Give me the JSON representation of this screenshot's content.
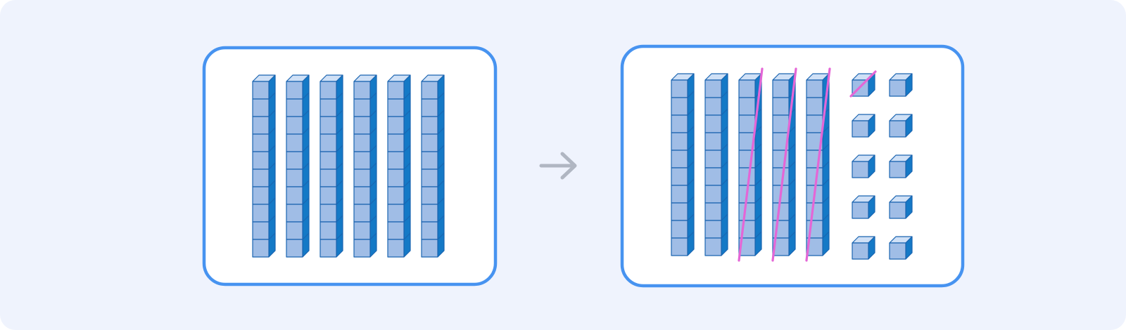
{
  "colors": {
    "background": "#eff3fd",
    "panel_fill": "#ffffff",
    "panel_border": "#4793f0",
    "cube_front": "#a0bde6",
    "cube_top": "#cfe0f6",
    "cube_side": "#1479c6",
    "cube_edge": "#1a64b0",
    "cross_out": "#e466d6",
    "arrow": "#b0b6c2"
  },
  "arrow_icon": "right-arrow-icon",
  "left_panel": {
    "tens_rods": 6,
    "units_per_rod": 10
  },
  "right_panel": {
    "tens_rods": 5,
    "crossed_out_rods": 3,
    "unit_cubes": 10,
    "crossed_out_unit_cubes": 1
  }
}
